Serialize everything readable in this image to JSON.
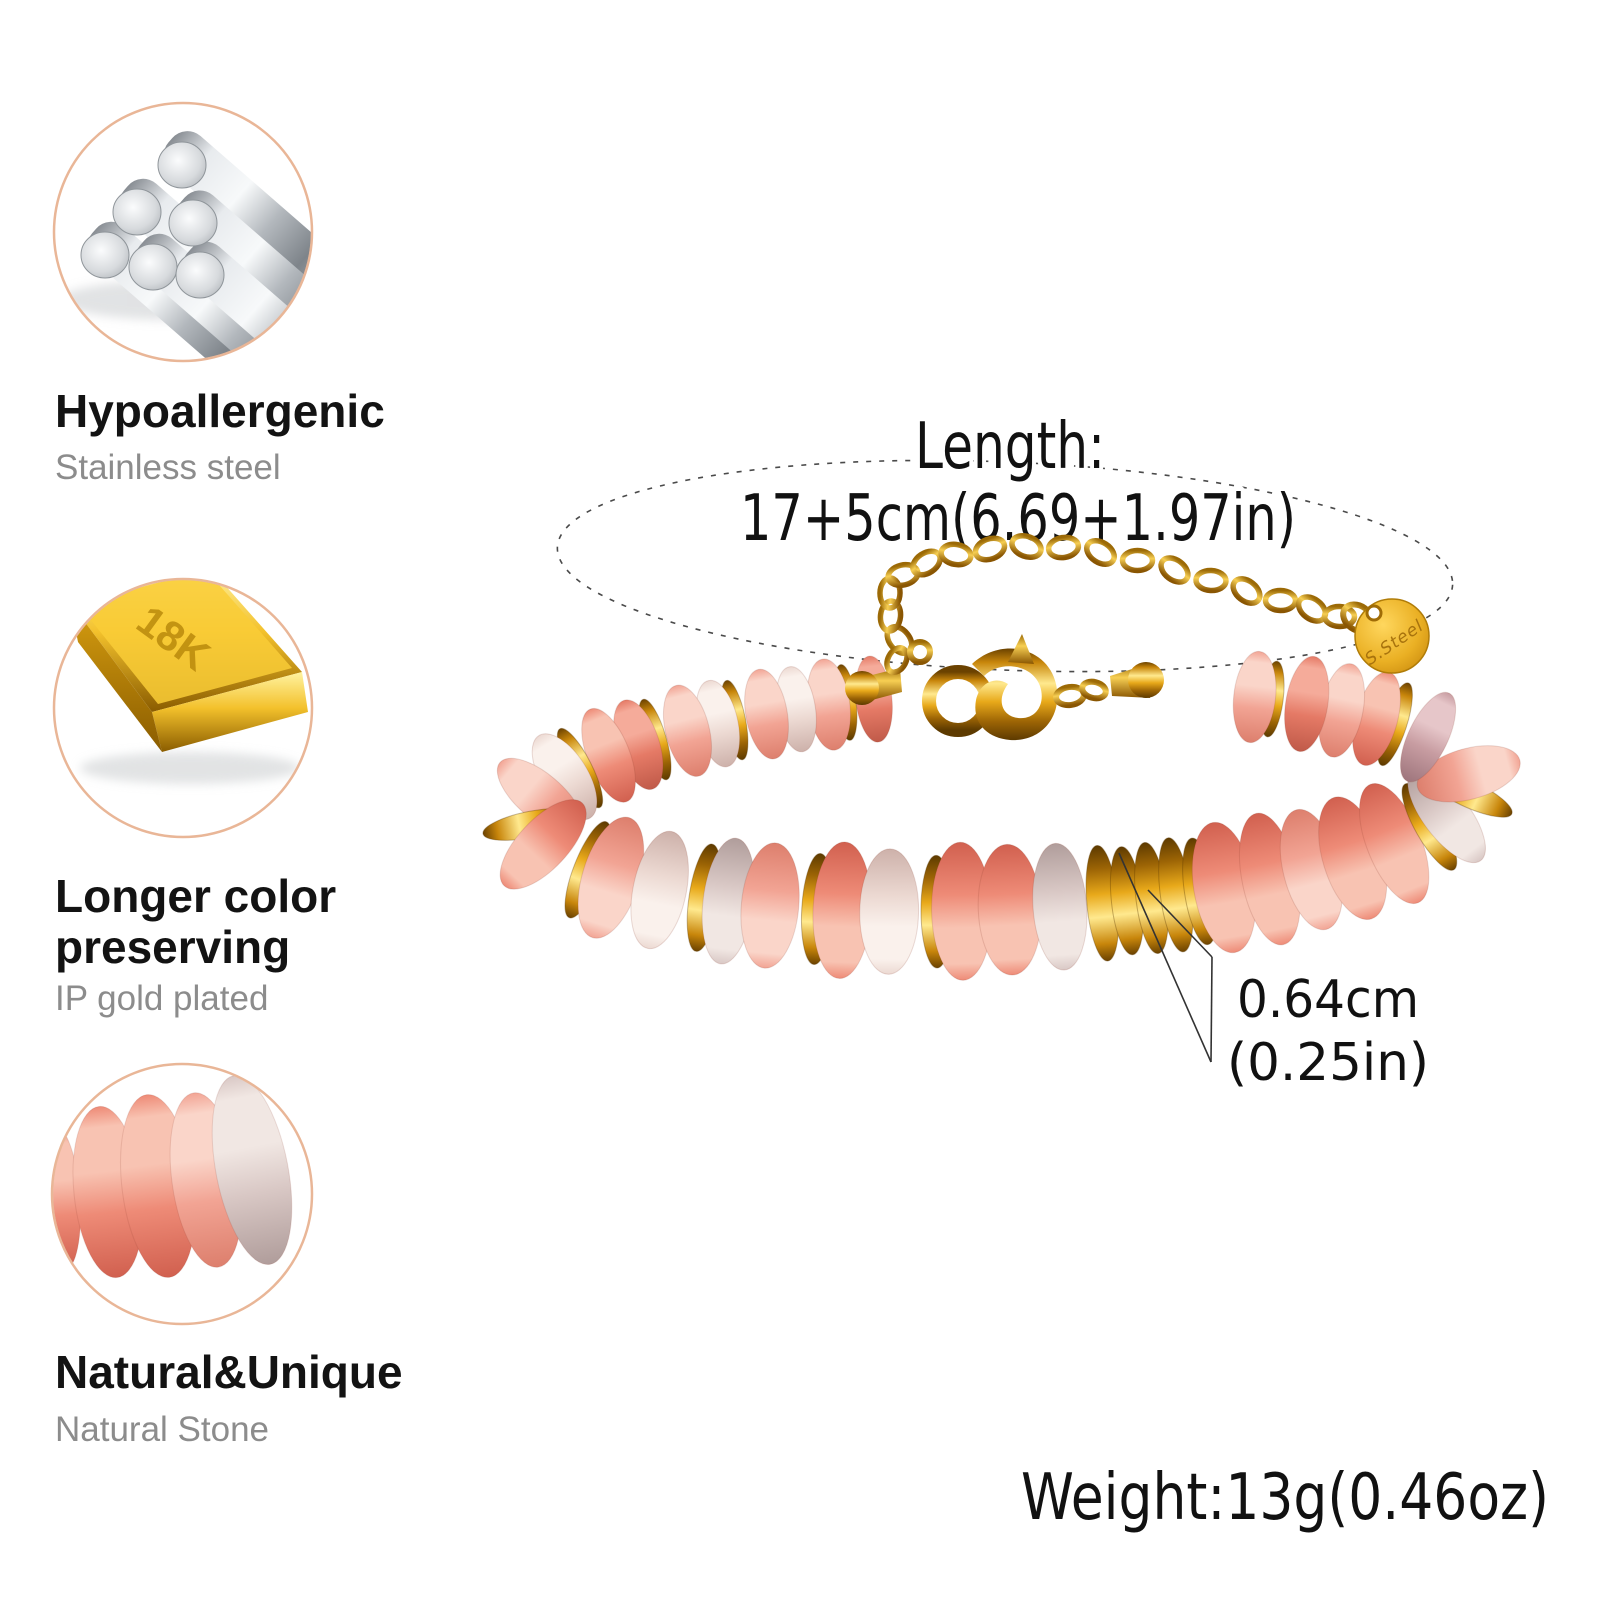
{
  "features": [
    {
      "title": "Hypoallergenic",
      "subtitle": "Stainless steel",
      "icon": "steel-rods-icon"
    },
    {
      "title_line1": "Longer color",
      "title_line2": "preserving",
      "subtitle": "IP gold plated",
      "icon": "gold-bar-icon",
      "bar_label": "18K"
    },
    {
      "title": "Natural&Unique",
      "subtitle": "Natural Stone",
      "icon": "stone-beads-icon"
    }
  ],
  "measurements": {
    "length_label": "Length:",
    "length_value": "17+5cm(6.69+1.97in)",
    "bead_diameter_cm": "0.64cm",
    "bead_diameter_in": "(0.25in)",
    "weight": "Weight:13g(0.46oz)"
  },
  "tag": {
    "label": "S.Steel"
  },
  "colors": {
    "circle_border": "#e9b697",
    "heading": "#131313",
    "subtitle_gray": "#8c8c8c",
    "gold_main": "#d8960f",
    "gold_light": "#ffe98e",
    "gold_deep": "#6b4200",
    "coral_stone": "#ee8b77",
    "pink_stone": "#f2a494",
    "translucent_stone": "#ecd9d2",
    "annotation_line": "#333333"
  },
  "bracelet": {
    "palette": {
      "coral": {
        "light": "#f8c3b2",
        "mid": "#ee8b77",
        "deep": "#d1604f",
        "w": 50,
        "h": 112
      },
      "pink": {
        "light": "#fad5c9",
        "mid": "#f2a494",
        "deep": "#dd7f6d",
        "w": 49,
        "h": 110
      },
      "rose": {
        "light": "#f5ab9a",
        "mid": "#e57a66",
        "deep": "#c05a49",
        "w": 47,
        "h": 110
      },
      "lucent": {
        "light": "#faf1ec",
        "mid": "#ecd9d2",
        "deep": "#cdb1aa",
        "w": 48,
        "h": 108
      },
      "graylucent": {
        "light": "#f1e7e3",
        "mid": "#d9c8c5",
        "deep": "#b09d9b",
        "w": 46,
        "h": 106
      },
      "mauve": {
        "light": "#e6c6c9",
        "mid": "#c89da2",
        "deep": "#9f767d",
        "w": 44,
        "h": 106
      },
      "gold": {
        "light": "#ffe98e",
        "mid": "#d8960f",
        "deep": "#6b4200",
        "w": 26,
        "h": 94
      }
    },
    "sequence": [
      "rose",
      "gold",
      "pink",
      "lucent",
      "pink",
      "gold",
      "lucent",
      "pink",
      "gold",
      "rose",
      "coral",
      "gold",
      "lucent",
      "pink",
      "gold",
      "coral",
      "gold",
      "pink",
      "lucent",
      "gold",
      "graylucent",
      "pink",
      "gold",
      "coral",
      "lucent",
      "gold",
      "coral",
      "coral",
      "graylucent",
      "gold",
      "gold",
      "gold",
      "gold",
      "gold",
      "coral",
      "coral",
      "pink",
      "coral",
      "coral",
      "gold",
      "graylucent",
      "gold",
      "pink",
      "mauve",
      "gold",
      "coral",
      "pink",
      "rose",
      "gold",
      "pink",
      "coral",
      "gold",
      "mauve",
      "lucent",
      "coral",
      "gold",
      "lucent",
      "rose",
      "gold",
      "coral",
      "pink"
    ]
  }
}
